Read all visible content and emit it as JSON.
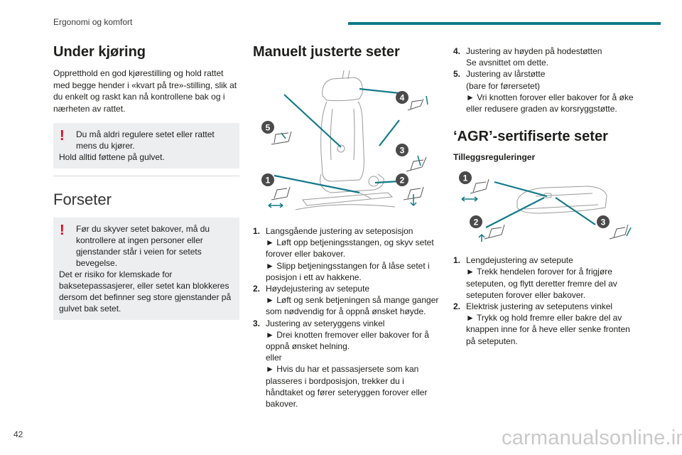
{
  "header": {
    "title": "Ergonomi og komfort"
  },
  "page_number": "42",
  "watermark": "carmanualsonline.info",
  "col1": {
    "heading1": "Under kjøring",
    "para1": "Oppretthold en god kjørestilling og hold rattet med begge hender i «kvart på tre»-stilling, slik at du enkelt og raskt kan nå kontrollene bak og i nærheten av rattet.",
    "warning1_line1": "Du må aldri regulere setet eller rattet mens du kjører.",
    "warning1_line2": "Hold alltid føttene på gulvet.",
    "heading2": "Forseter",
    "warning2_line1": "Før du skyver setet bakover, må du kontrollere at ingen personer eller gjenstander står i veien for setets bevegelse.",
    "warning2_line2": "Det er risiko for klemskade for baksetepassasjerer, eller setet kan blokkeres dersom det befinner seg store gjenstander på gulvet bak setet."
  },
  "col2": {
    "heading": "Manuelt justerte seter",
    "callouts": [
      "1",
      "2",
      "3",
      "4",
      "5"
    ],
    "steps": [
      {
        "num": "1.",
        "lines": [
          "Langsgående justering av seteposisjon",
          "► Løft opp betjeningsstangen, og skyv setet forover eller bakover.",
          "► Slipp betjeningsstangen for å låse setet i posisjon i ett av hakkene."
        ]
      },
      {
        "num": "2.",
        "lines": [
          "Høydejustering av setepute",
          "► Løft og senk betjeningen så mange ganger som nødvendig for å oppnå ønsket høyde."
        ]
      },
      {
        "num": "3.",
        "lines": [
          "Justering av seteryggens vinkel",
          "► Drei knotten fremover eller bakover for å oppnå ønsket helning.",
          "eller",
          "► Hvis du har et passasjersete som kan plasseres i bordposisjon, trekker du i håndtaket og fører seteryggen forover eller bakover."
        ]
      }
    ]
  },
  "col3": {
    "steps_top": [
      {
        "num": "4.",
        "lines": [
          "Justering av høyden på hodestøtten",
          "Se avsnittet om dette."
        ]
      },
      {
        "num": "5.",
        "lines": [
          "Justering av lårstøtte",
          "(bare for førersetet)",
          "► Vri knotten forover eller bakover for å øke eller redusere graden av korsryggstøtte."
        ]
      }
    ],
    "heading": "‘AGR’-sertifiserte seter",
    "subheading": "Tilleggsreguleringer",
    "callouts": [
      "1",
      "2",
      "3"
    ],
    "steps": [
      {
        "num": "1.",
        "lines": [
          "Lengdejustering av setepute",
          "► Trekk hendelen forover for å frigjøre seteputen, og flytt deretter fremre del av seteputen forover eller bakover."
        ]
      },
      {
        "num": "2.",
        "lines": [
          "Elektrisk justering av seteputens vinkel",
          "► Trykk og hold fremre eller bakre del av knappen inne for å heve eller senke fronten på seteputen."
        ]
      }
    ]
  },
  "colors": {
    "accent": "#117a86",
    "warning": "#e1001a",
    "callout": "#4a4a4a",
    "watermark": "#c9c9c9"
  }
}
